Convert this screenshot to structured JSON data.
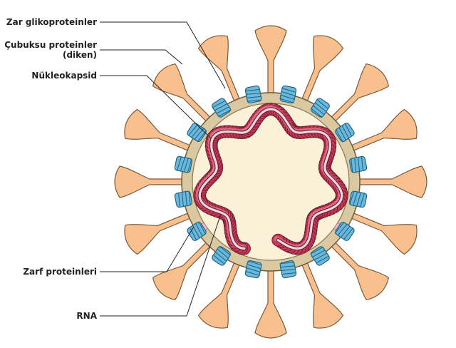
{
  "diagram": {
    "labels": {
      "membrane_glycoproteins": "Zar glikoproteinler",
      "spike_proteins_line1": "Çubuksu proteinler",
      "spike_proteins_line2": "(diken)",
      "nucleocapsid": "Nükleokapsid",
      "envelope_proteins": "Zarf proteinleri",
      "rna": "RNA"
    },
    "colors": {
      "spike_fill": "#f7c08e",
      "spike_stroke": "#7a5a3a",
      "envelope_fill": "#d9c8a0",
      "interior_fill": "#fbf1d8",
      "glycoprotein": "#6ab8dc",
      "nucleocapsid": "#c23a55",
      "rna": "#f0d6e0",
      "envelope_protein": "#f2b8c4",
      "leader_line": "#222222"
    }
  }
}
